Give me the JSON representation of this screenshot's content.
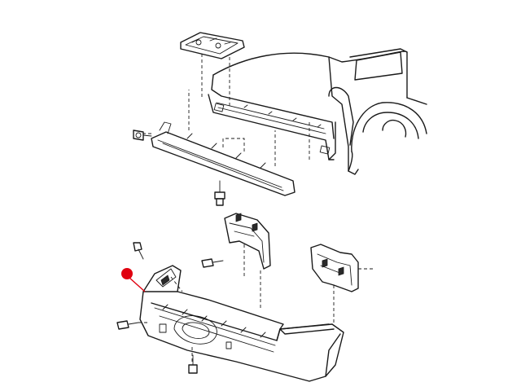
{
  "diagram": {
    "parts": [
      {
        "name": "license-plate-bracket"
      },
      {
        "name": "vehicle-rear-body"
      },
      {
        "name": "rear-bumper-reinforcement"
      },
      {
        "name": "bumper-mounting-bolts"
      },
      {
        "name": "right-bumper-bracket"
      },
      {
        "name": "left-bumper-bracket"
      },
      {
        "name": "rear-bumper-fascia"
      },
      {
        "name": "fascia-fasteners"
      }
    ],
    "highlight": {
      "color": "#e0000f",
      "marker": "callout-dot"
    },
    "line_color": "#1a1a1a",
    "background": "#ffffff"
  }
}
